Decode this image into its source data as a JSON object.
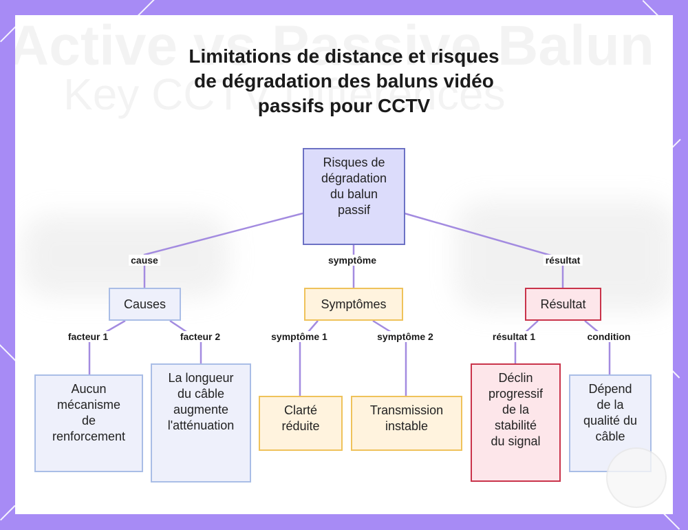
{
  "title": [
    "Limitations de distance et risques",
    "de dégradation des baluns vidéo",
    "passifs pour CCTV"
  ],
  "background_text": [
    "Active vs Passive Balun",
    "Key CCTV Differences"
  ],
  "nodes": {
    "root": [
      "Risques de",
      "dégradation",
      "du balun",
      "passif"
    ],
    "causes": "Causes",
    "symptomes": "Symptômes",
    "resultat": "Résultat",
    "aucun": [
      "Aucun",
      "mécanisme",
      "de",
      "renforcement"
    ],
    "longueur": [
      "La longueur",
      "du câble",
      "augmente",
      "l'atténuation"
    ],
    "clarte": [
      "Clarté",
      "réduite"
    ],
    "transmission": [
      "Transmission",
      "instable"
    ],
    "declin": [
      "Déclin",
      "progressif",
      "de la",
      "stabilité",
      "du signal"
    ],
    "depend": [
      "Dépend",
      "de la",
      "qualité du",
      "câble"
    ]
  },
  "edge_labels": {
    "cause": "cause",
    "symptome": "symptôme",
    "resultat": "résultat",
    "facteur1": "facteur 1",
    "facteur2": "facteur 2",
    "symptome1": "symptôme 1",
    "symptome2": "symptôme 2",
    "resultat1": "résultat 1",
    "condition": "condition"
  },
  "colors": {
    "edge": "#a38be0",
    "root_fill": "#dcdcfb",
    "causes_fill": "#eef0fb",
    "symptoms_fill": "#fff3de",
    "result_fill": "#fde6ea"
  }
}
